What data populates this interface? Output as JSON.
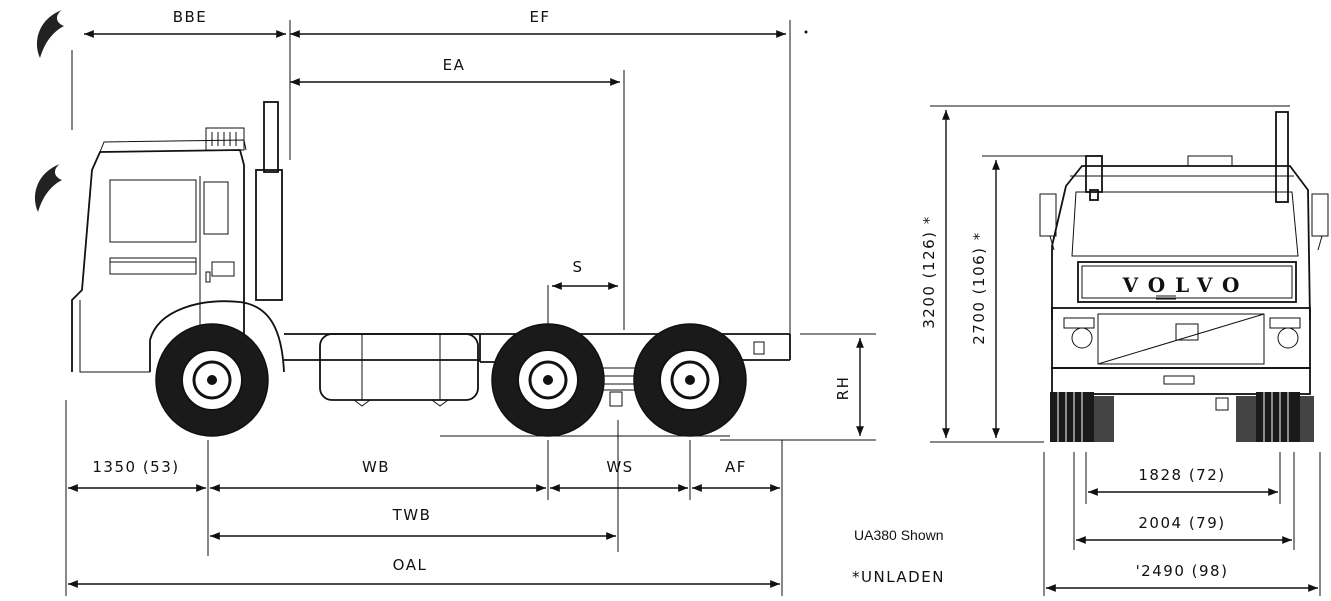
{
  "labels": {
    "bbe": "BBE",
    "ef": "EF",
    "ea": "EA",
    "s": "S",
    "rh": "RH",
    "front_overhang": "1350 (53)",
    "wb": "WB",
    "ws": "WS",
    "af": "AF",
    "twb": "TWB",
    "oal": "OAL",
    "height_total": "3200 (126) *",
    "height_cab": "2700 (106) *",
    "track_rear": "1828 (72)",
    "track_front": "2004 (79)",
    "overall_width": "'2490 (98)",
    "model_shown": "UA380 Shown",
    "unladen_note": "*UNLADEN",
    "grille_brand": "VOLVO"
  },
  "colors": {
    "ink": "#111111",
    "background": "#ffffff"
  },
  "icons": {
    "view_marker": "crescent-marker-icon"
  }
}
